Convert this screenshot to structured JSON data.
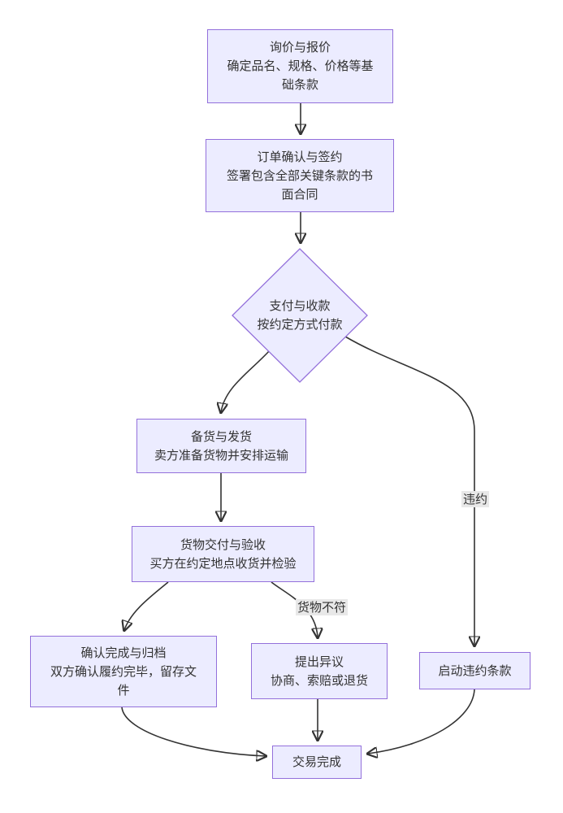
{
  "diagram": {
    "type": "flowchart-top-down",
    "nodes": {
      "inquiry": {
        "title": "询价与报价",
        "subtitle": "确定品名、规格、价格等基础条款"
      },
      "order": {
        "title": "订单确认与签约",
        "subtitle": "签署包含全部关键条款的书面合同"
      },
      "payment": {
        "title": "支付与收款",
        "subtitle": "按约定方式付款"
      },
      "prepare": {
        "title": "备货与发货",
        "subtitle": "卖方准备货物并安排运输"
      },
      "delivery": {
        "title": "货物交付与验收",
        "subtitle": "买方在约定地点收货并检验"
      },
      "archive": {
        "title": "确认完成与归档",
        "subtitle": "双方确认履约完毕，留存文件"
      },
      "dispute": {
        "title": "提出异议",
        "subtitle": "协商、索赔或退货"
      },
      "breach": {
        "title": "启动违约条款",
        "subtitle": ""
      },
      "done": {
        "title": "交易完成",
        "subtitle": ""
      }
    },
    "edge_labels": {
      "breach": "违约",
      "mismatch": "货物不符"
    },
    "colors": {
      "node_fill": "#ECECFF",
      "node_border": "#9370DB",
      "edge": "#333333",
      "edge_label_bg": "#e8e8e8",
      "text": "#333333"
    }
  }
}
